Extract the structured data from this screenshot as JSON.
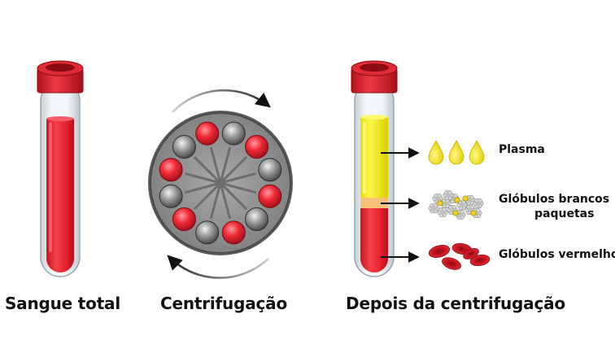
{
  "captions": {
    "whole_blood": "Sangue total",
    "centrifugation": "Centrifugação",
    "after": "Depois da centrifugação"
  },
  "layers": {
    "plasma": "Plasma",
    "white_cells_line1": "Glóbulos brancos",
    "white_cells_line2": "paquetas",
    "red_cells": "Glóbulos vermelhos"
  },
  "colors": {
    "blood": "#e8232f",
    "cap": "#d81f2c",
    "plasma": "#f5ee1a",
    "buffy_coat": "#f6c27a",
    "rotor": "#8e8e8e",
    "rotor_rim": "#3d3d3d",
    "tube_glass": "#e9eef2"
  },
  "rotor_tubes": [
    "red",
    "gray",
    "red",
    "gray",
    "red",
    "gray",
    "red",
    "gray",
    "red",
    "gray",
    "red",
    "gray"
  ]
}
